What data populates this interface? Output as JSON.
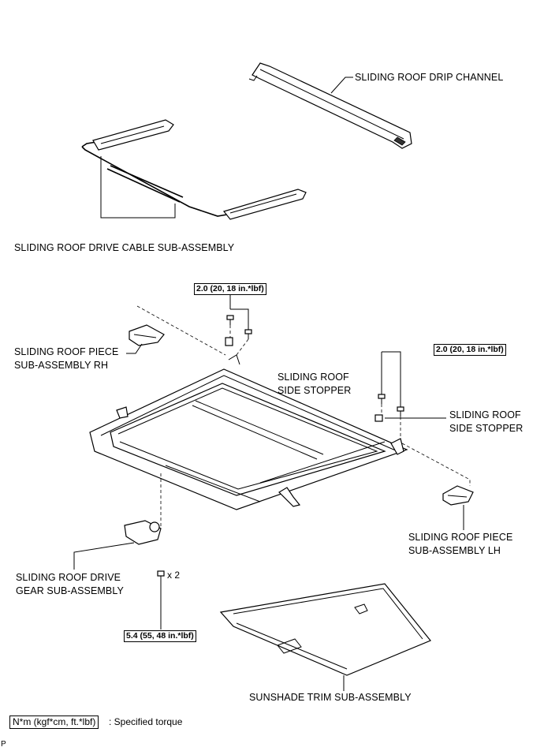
{
  "labels": {
    "drip_channel": "SLIDING ROOF DRIP CHANNEL",
    "drive_cable": "SLIDING ROOF DRIVE CABLE SUB-ASSEMBLY",
    "piece_rh_1": "SLIDING ROOF PIECE",
    "piece_rh_2": "SUB-ASSEMBLY RH",
    "stopper_top_1": "SLIDING ROOF",
    "stopper_top_2": "SIDE STOPPER",
    "stopper_right_1": "SLIDING ROOF",
    "stopper_right_2": "SIDE STOPPER",
    "piece_lh_1": "SLIDING ROOF PIECE",
    "piece_lh_2": "SUB-ASSEMBLY LH",
    "drive_gear_1": "SLIDING ROOF DRIVE",
    "drive_gear_2": "GEAR SUB-ASSEMBLY",
    "sunshade": "SUNSHADE TRIM SUB-ASSEMBLY",
    "bolt_qty": "x 2"
  },
  "torques": {
    "stopper_top": "2.0 (20, 18 in.*lbf)",
    "stopper_right": "2.0 (20, 18 in.*lbf)",
    "drive_gear": "5.4 (55, 48 in.*lbf)"
  },
  "legend": {
    "box": "N*m (kgf*cm, ft.*lbf)",
    "text": ": Specified torque"
  },
  "corner_mark": "P"
}
